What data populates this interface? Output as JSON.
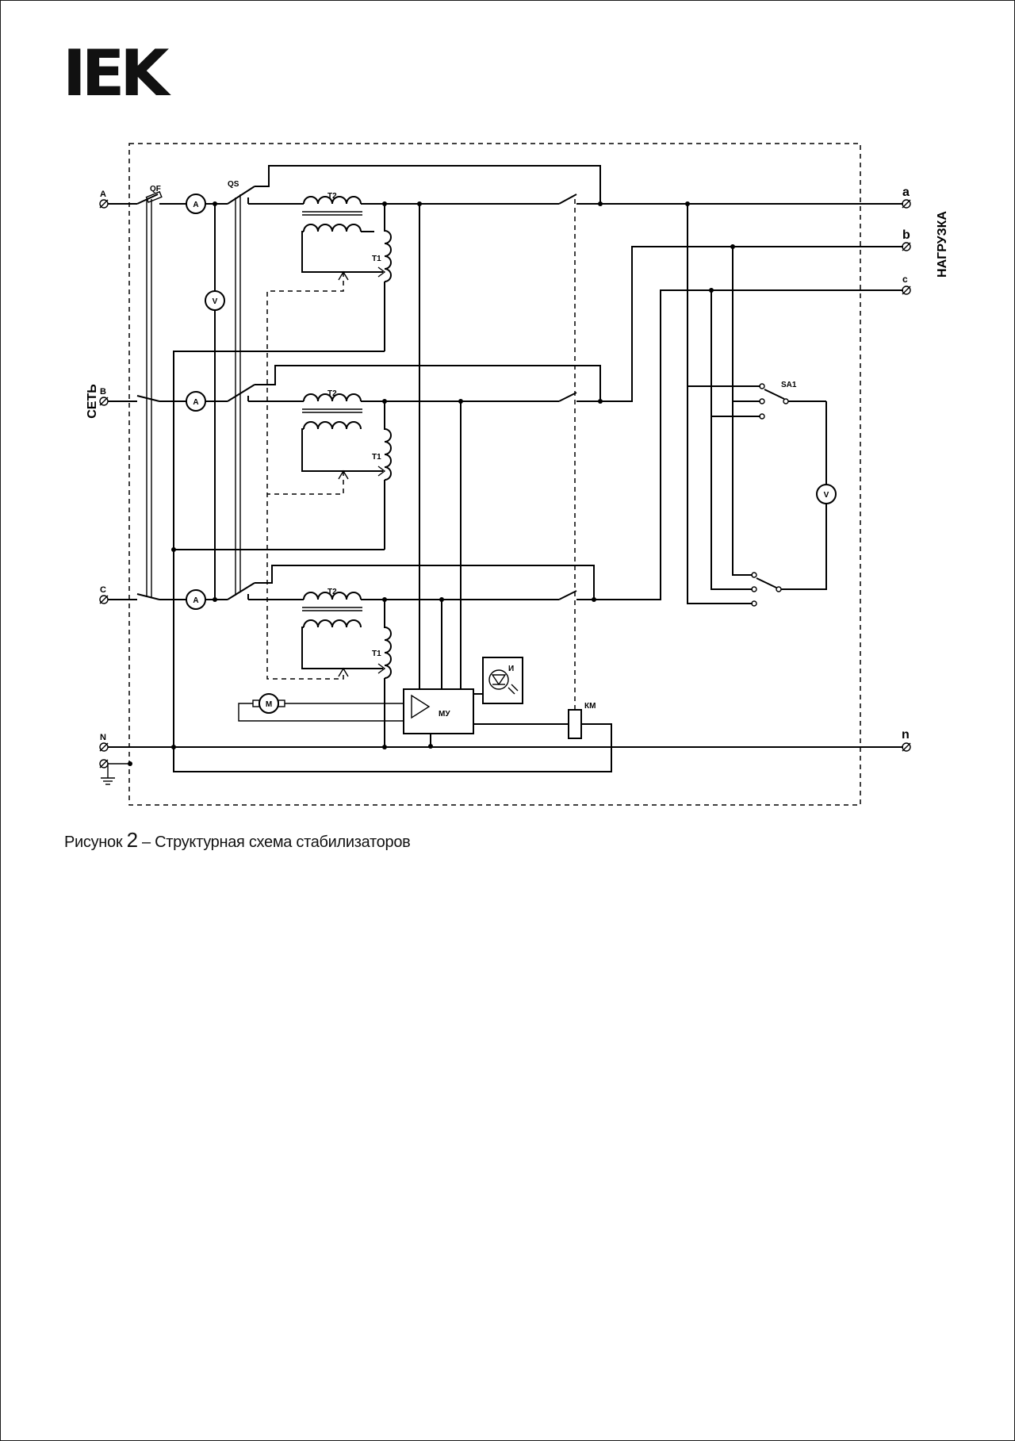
{
  "logo": {
    "text": "IEK"
  },
  "labels": {
    "set": "СЕТЬ",
    "nagruzka": "НАГРУЗКА",
    "input_a": "A",
    "input_b": "B",
    "input_c": "C",
    "input_n": "N",
    "output_a": "a",
    "output_b": "b",
    "output_c": "c",
    "output_n": "n",
    "qf": "QF",
    "qs": "QS",
    "t2": "T2",
    "t1": "T1",
    "ammeter": "A",
    "voltmeter": "V",
    "sa1": "SA1",
    "motor": "M",
    "control": "МУ",
    "indicator": "И",
    "km": "КМ"
  },
  "caption": {
    "prefix": "Рисунок",
    "number": "2",
    "text": "– Структурная схема стабилизаторов"
  }
}
